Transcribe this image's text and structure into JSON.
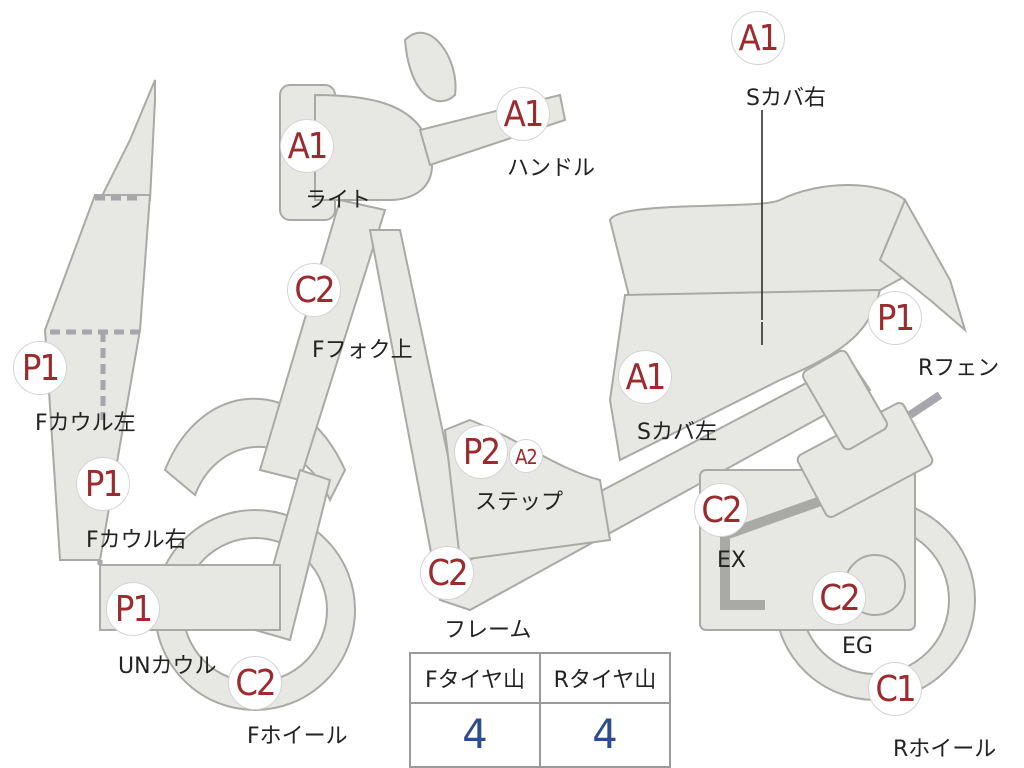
{
  "labels": {
    "s_cover_right": "Sカバ右",
    "handle": "ハンドル",
    "light": "ライト",
    "f_fork_upper": "Fフォク上",
    "r_fender": "Rフェン",
    "f_cowl_left": "Fカウル左",
    "s_cover_left": "Sカバ左",
    "step": "ステップ",
    "f_cowl_right": "Fカウル右",
    "ex": "EX",
    "frame": "フレーム",
    "eg": "EG",
    "un_cowl": "UNカウル",
    "f_wheel": "Fホイール",
    "r_wheel": "Rホイール"
  },
  "grades": {
    "s_cover_right": "A1",
    "handle": "A1",
    "light": "A1",
    "f_fork_upper": "C2",
    "r_fender": "P1",
    "f_cowl_left": "P1",
    "s_cover_left": "A1",
    "step": "P2",
    "step_secondary": "A2",
    "f_cowl_right": "P1",
    "ex": "C2",
    "frame": "C2",
    "eg": "C2",
    "un_cowl": "P1",
    "f_wheel": "C2",
    "r_wheel": "C1"
  },
  "tire_table": {
    "headers": [
      "Fタイヤ山",
      "Rタイヤ山"
    ],
    "values": [
      "4",
      "4"
    ]
  },
  "colors": {
    "grade_text": "#9a2b2e",
    "tire_value": "#2e4c8c",
    "part_fill": "#e7e7e4"
  }
}
